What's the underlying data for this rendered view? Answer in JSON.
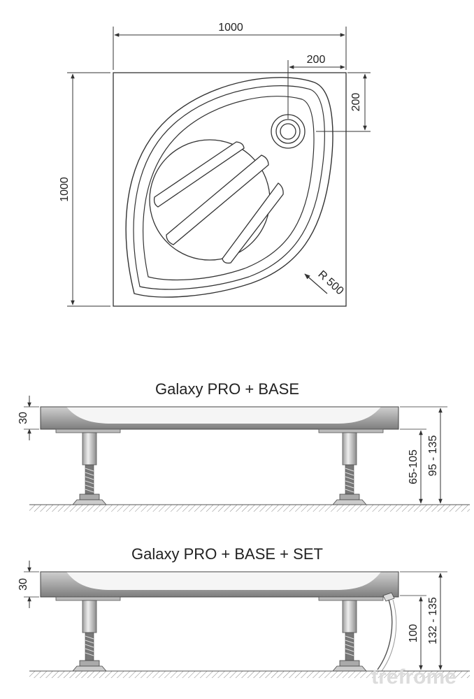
{
  "top_view": {
    "dim_width": "1000",
    "dim_height": "1000",
    "dim_drain_x": "200",
    "dim_drain_y": "200",
    "dim_radius": "R 500"
  },
  "side_view_1": {
    "title": "Galaxy PRO + BASE",
    "dim_thickness": "30",
    "dim_legs": "65-105",
    "dim_total": "95 - 135"
  },
  "side_view_2": {
    "title": "Galaxy PRO + BASE + SET",
    "dim_thickness": "30",
    "dim_legs": "100",
    "dim_total": "132 - 135"
  },
  "watermark": "trefrome",
  "colors": {
    "line": "#333333",
    "tray_shadow": "#9a9a9a",
    "tray_light": "#f4f4f4",
    "floor": "#777777"
  }
}
